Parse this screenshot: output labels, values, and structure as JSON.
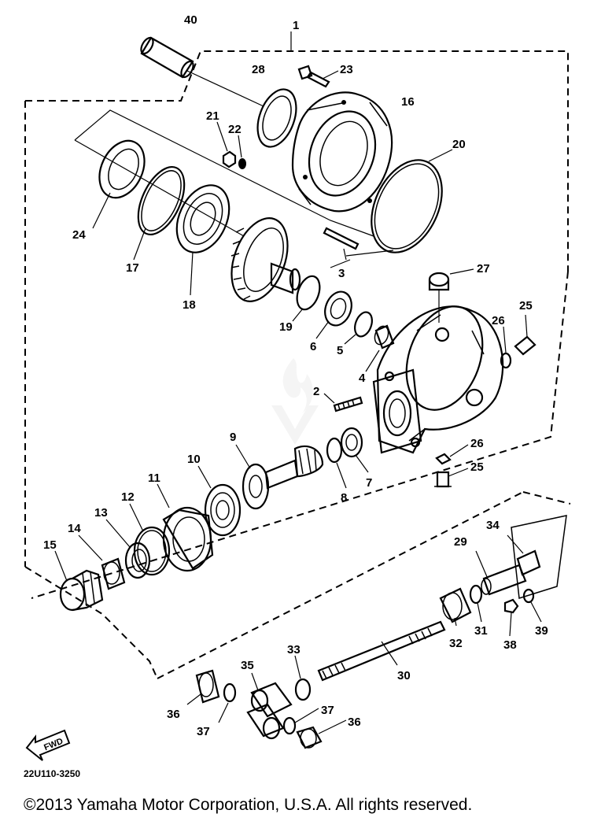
{
  "diagram": {
    "code": "22U110-3250",
    "copyright": "©2013 Yamaha Motor Corporation, U.S.A. All rights reserved.",
    "fwd_label": "FWD",
    "watermark_icon": "flame-logo-icon",
    "callouts": [
      "1",
      "2",
      "3",
      "4",
      "5",
      "6",
      "7",
      "8",
      "9",
      "10",
      "11",
      "12",
      "13",
      "14",
      "15",
      "16",
      "17",
      "18",
      "19",
      "20",
      "21",
      "22",
      "23",
      "24",
      "25",
      "25",
      "26",
      "26",
      "27",
      "28",
      "29",
      "30",
      "31",
      "32",
      "33",
      "34",
      "35",
      "36",
      "36",
      "37",
      "37",
      "38",
      "39",
      "40"
    ]
  }
}
